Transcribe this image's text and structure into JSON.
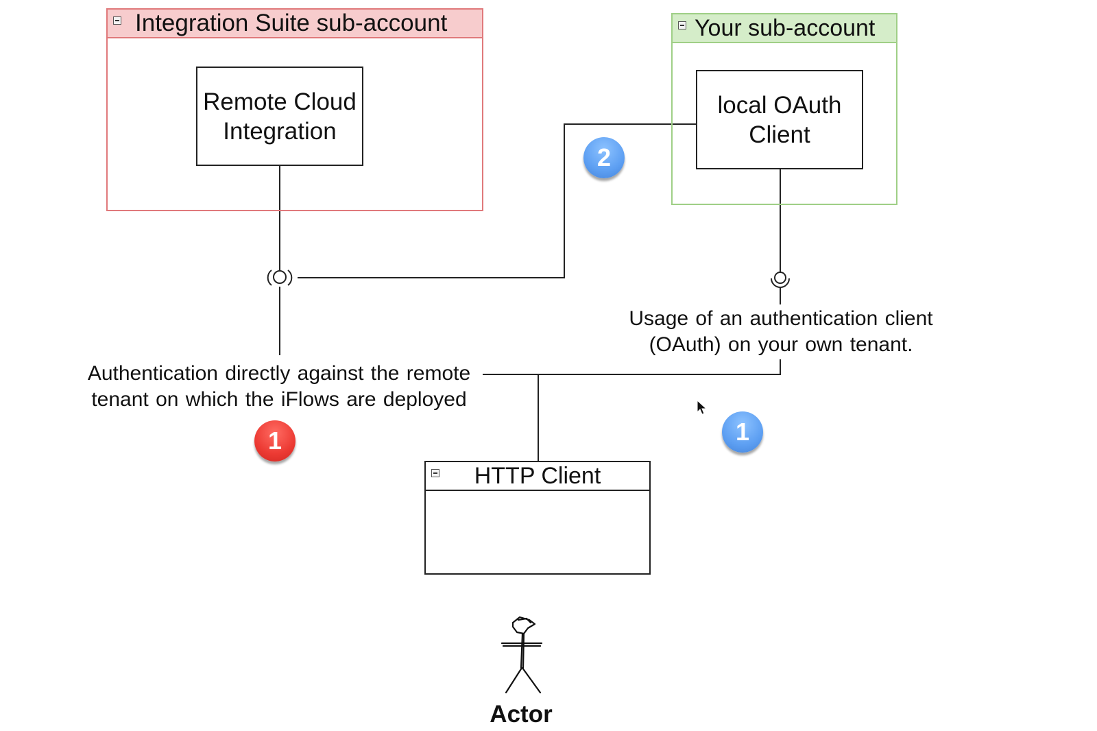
{
  "packages": {
    "integration_suite": {
      "title": "Integration Suite sub-account",
      "header_color": "#f7cccd",
      "border_color": "#e0797b"
    },
    "your_subaccount": {
      "title": "Your sub-account",
      "header_color": "#d5edc9",
      "border_color": "#9fcf86"
    }
  },
  "components": {
    "remote_cloud_integration": {
      "label": "Remote Cloud\nIntegration"
    },
    "local_oauth_client": {
      "label": "local OAuth\nClient"
    },
    "http_client": {
      "title": "HTTP Client"
    }
  },
  "notes": {
    "direct_auth": "Authentication directly against the remote\ntenant on which the iFlows are deployed",
    "oauth_usage": "Usage of an authentication client\n(OAuth) on your own tenant."
  },
  "badges": {
    "red_option": {
      "number": "1",
      "color": "#ec3a33"
    },
    "blue_step_1": {
      "number": "1",
      "color": "#5d9ff2"
    },
    "blue_step_2": {
      "number": "2",
      "color": "#5d9ff2"
    }
  },
  "actor": {
    "label": "Actor"
  }
}
